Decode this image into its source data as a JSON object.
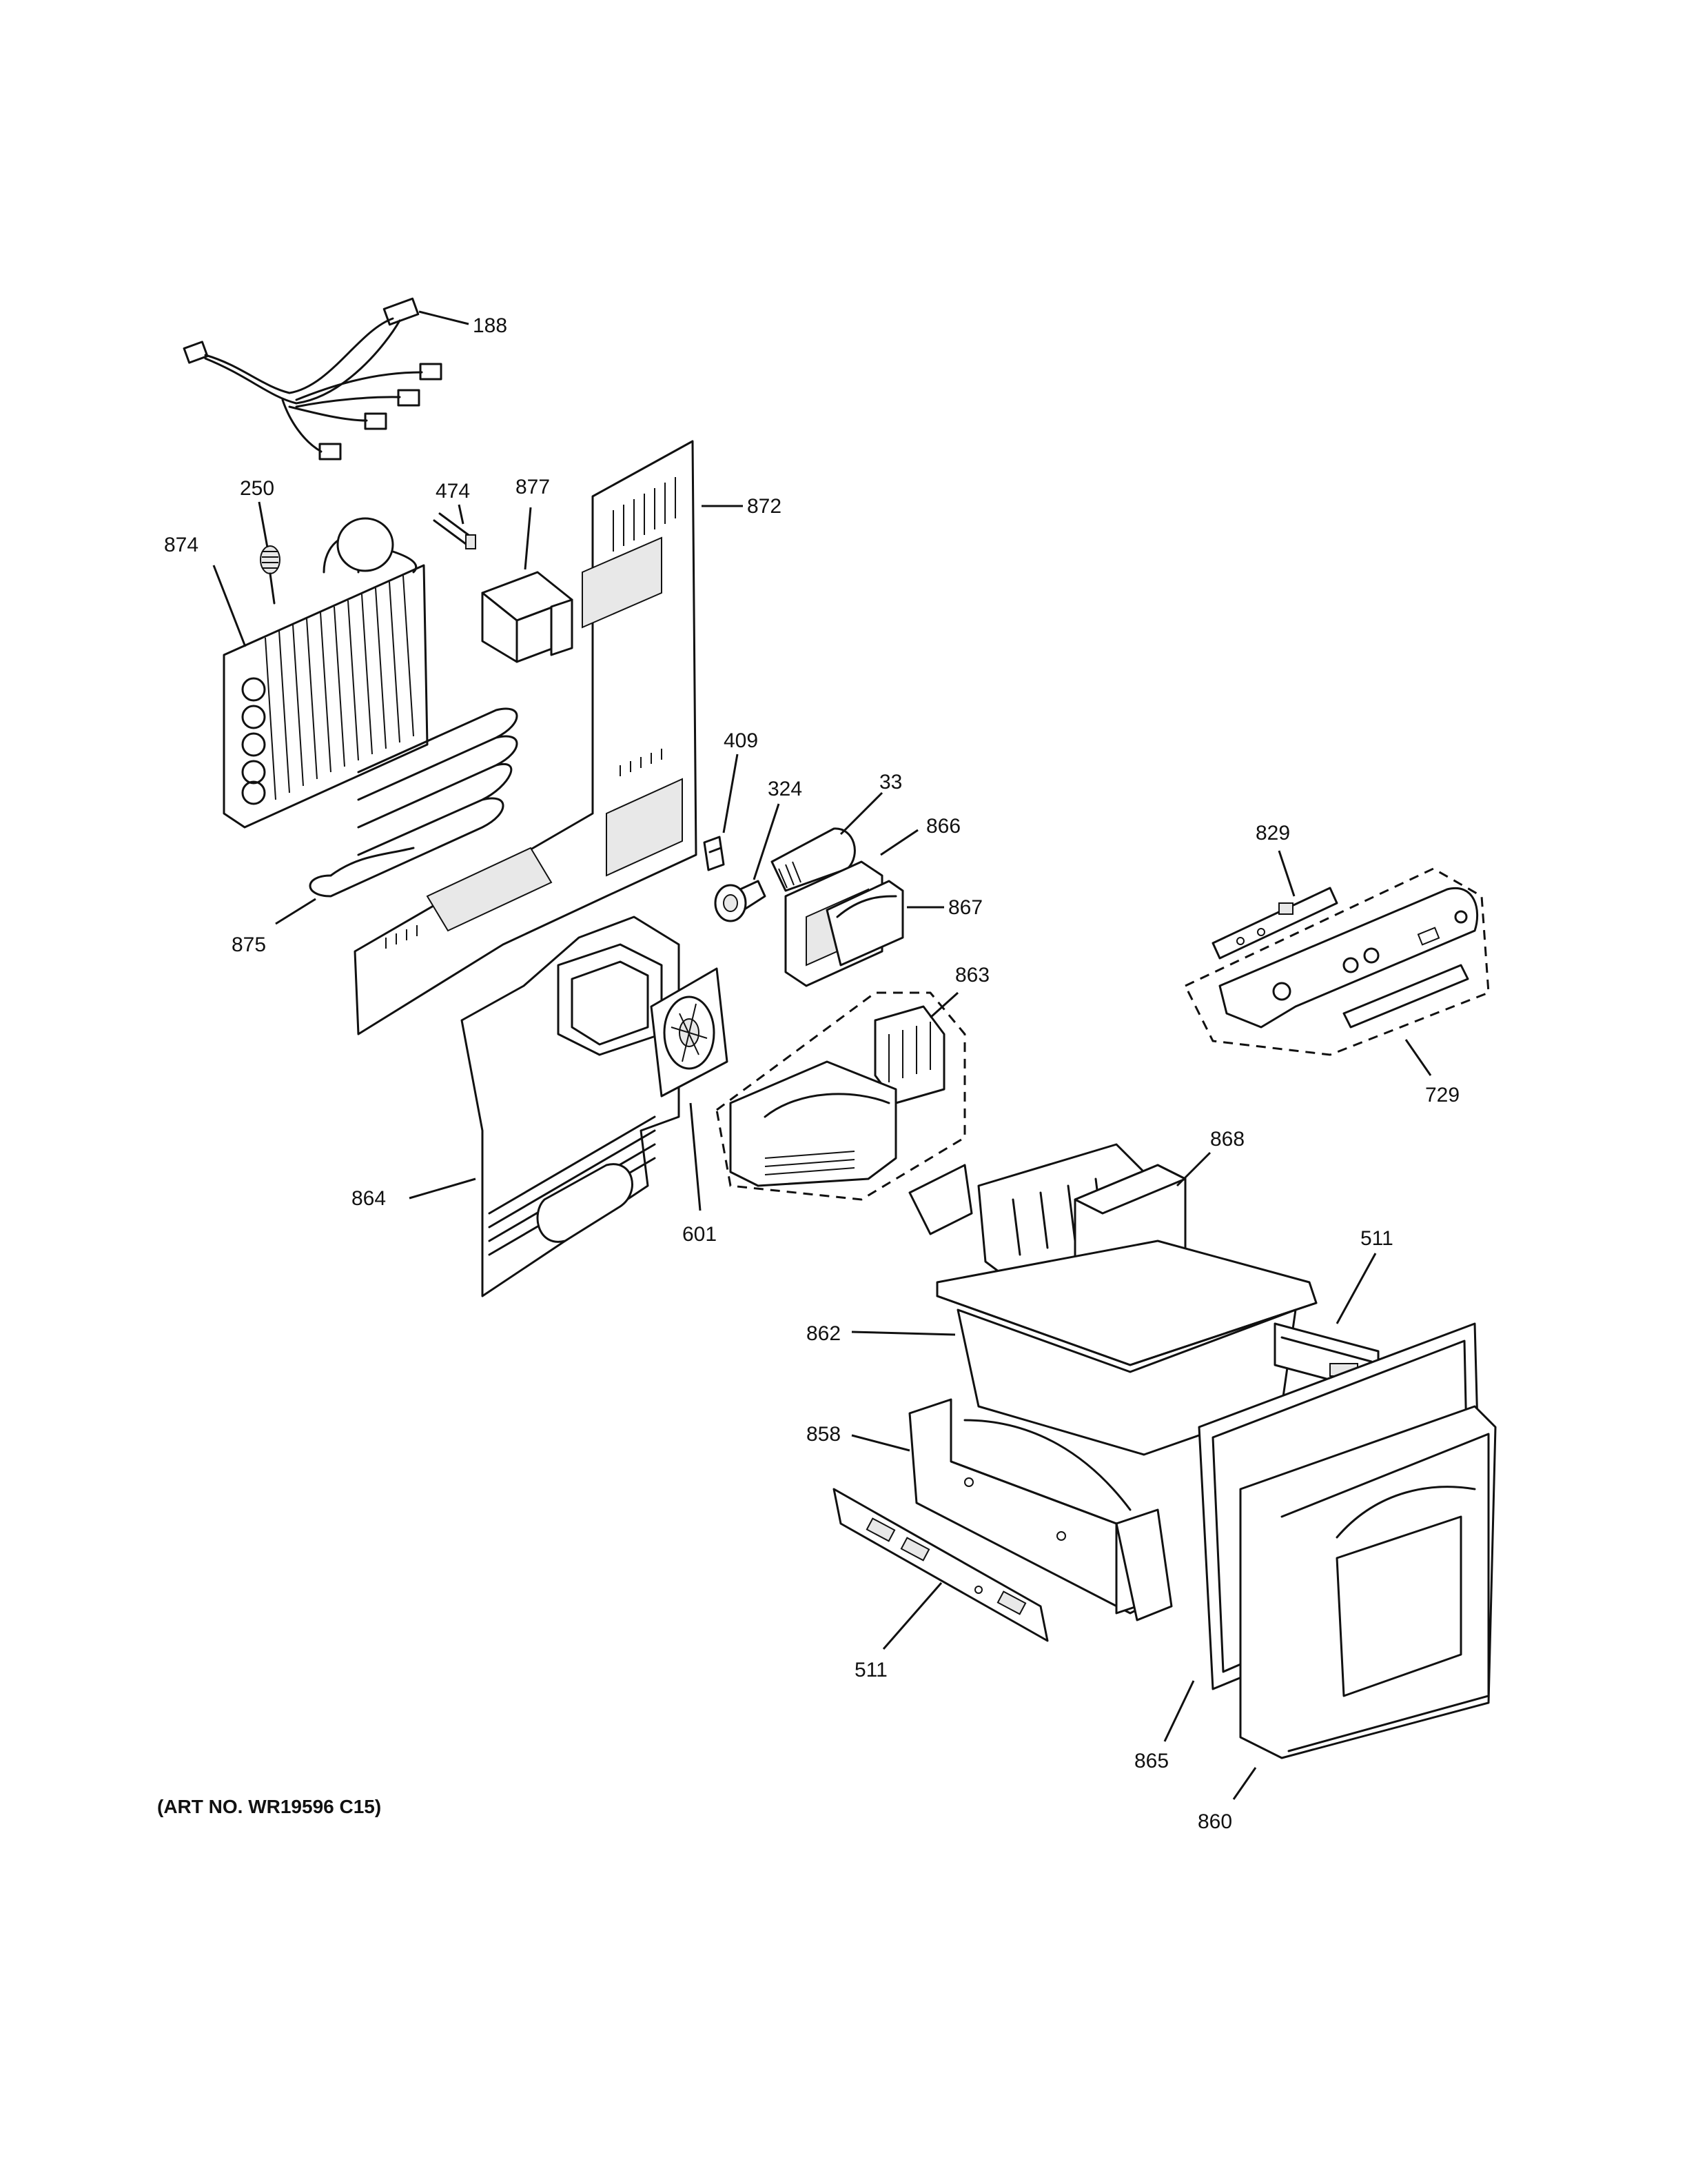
{
  "art_number": "(ART NO. WR19596 C15)",
  "labels": {
    "p188": "188",
    "p474": "474",
    "p250": "250",
    "p877": "877",
    "p872": "872",
    "p874": "874",
    "p409": "409",
    "p324": "324",
    "p33": "33",
    "p866": "866",
    "p867": "867",
    "p875": "875",
    "p829": "829",
    "p863": "863",
    "p729": "729",
    "p868": "868",
    "p864": "864",
    "p601": "601",
    "p511a": "511",
    "p862": "862",
    "p858": "858",
    "p511b": "511",
    "p865": "865",
    "p860": "860"
  }
}
